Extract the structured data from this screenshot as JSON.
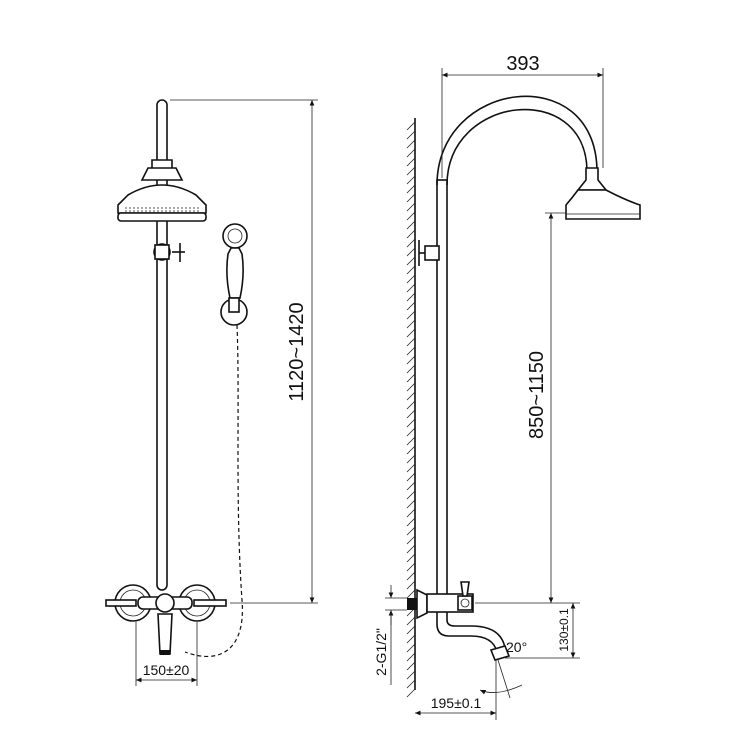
{
  "title": "Shower column technical drawing",
  "dimensions": {
    "arm_reach": "393",
    "overall_height": "1120~1420",
    "head_height": "850~1150",
    "handle_spacing": "150±20",
    "inlet_thread": "2-G1/2\"",
    "spout_drop": "130±0.1",
    "spout_angle": "20°",
    "spout_reach": "195±0.1"
  },
  "colors": {
    "line": "#111111",
    "background": "#ffffff"
  }
}
